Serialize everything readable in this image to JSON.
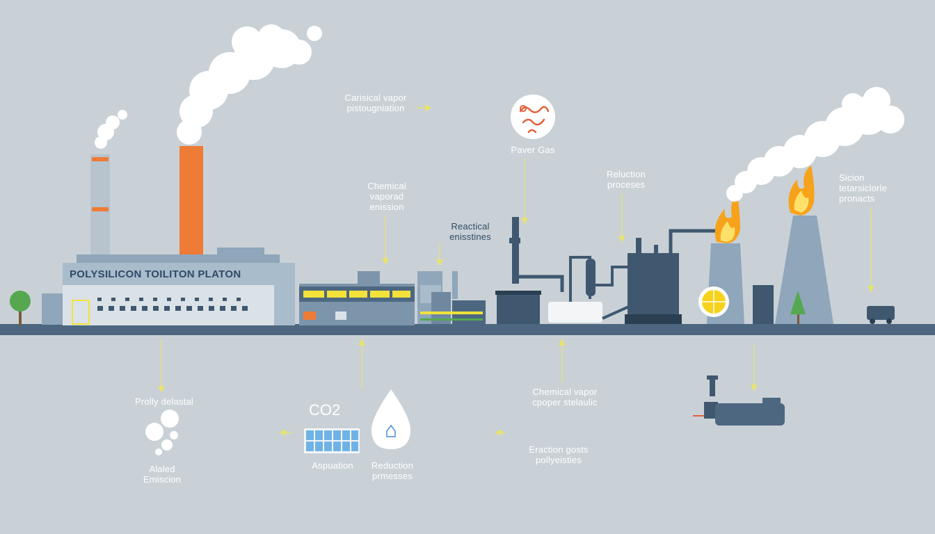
{
  "diagram": {
    "plant_name": "POLYSILICON TOILITON PLATON",
    "labels": {
      "cvd_top": [
        "Carisical vapor",
        "pistougniation"
      ],
      "chem_vapor_emission": [
        "Chemical",
        "vaporad",
        "enission"
      ],
      "reactical": [
        "Reactical",
        "enisstines"
      ],
      "paver_gas": "Paver Gas",
      "reduction_top": [
        "Reluction",
        "proceses"
      ],
      "silicon_products": [
        "Sicion",
        "tetarsiclorle",
        "pronacts"
      ],
      "prolly": "Prolly delastal",
      "alaled": [
        "Alaled",
        "Emiscion"
      ],
      "co2": "CO2",
      "aspuation": "Aspuation",
      "reduction_bottom": [
        "Reduction",
        "prmesses"
      ],
      "chem_vapor_bottom": [
        "Chemical vapor",
        "cpoper stelaulic"
      ],
      "eraction": [
        "Eraction gosts",
        "pollyeisties"
      ]
    },
    "colors": {
      "background": "#c9d1d7",
      "ground": "#4d6780",
      "building": "#8fa6bb",
      "building_dark": "#3f5870",
      "accent_orange": "#ee7b36",
      "flame": "#f7a21b",
      "window_yellow": "#f2e23a",
      "tree_green": "#55a84f",
      "arrow_yellow": "#e8e36a"
    },
    "icons": [
      "smoke-cloud-icon",
      "flame-icon",
      "tree-icon",
      "water-drop-icon",
      "solar-panel-icon",
      "sun-icon",
      "truck-icon",
      "gas-molecule-icon"
    ]
  }
}
